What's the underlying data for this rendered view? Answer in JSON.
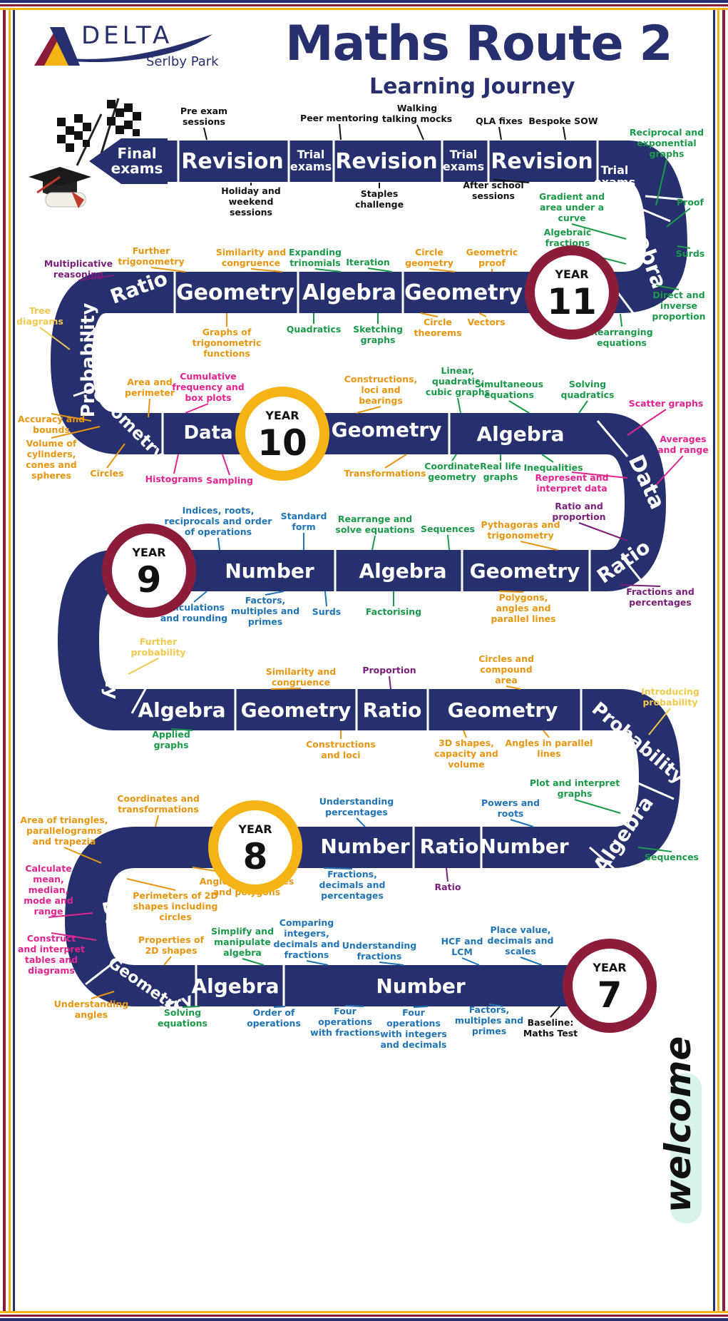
{
  "header": {
    "logo_name": "DELTA",
    "logo_sub": "Serlby Park",
    "title": "Maths Route 2",
    "subtitle": "Learning Journey",
    "welcome": "welcome"
  },
  "colors": {
    "navy": "#27306e",
    "maroon": "#8b1c3a",
    "gold": "#f5b316",
    "green": "#1a9a48",
    "orange": "#e8960f",
    "magenta": "#e3238f",
    "purple": "#7b1e7b",
    "blue": "#1f74b5",
    "yellow": "#f2c94c",
    "black": "#111111"
  },
  "years": {
    "y7": {
      "label": "YEAR",
      "num": "7"
    },
    "y8": {
      "label": "YEAR",
      "num": "8"
    },
    "y9": {
      "label": "YEAR",
      "num": "9"
    },
    "y10": {
      "label": "YEAR",
      "num": "10"
    },
    "y11": {
      "label": "YEAR",
      "num": "11"
    }
  },
  "segments": {
    "final": [
      "Final",
      "exams"
    ],
    "rev1": "Revision",
    "trial1": [
      "Trial",
      "exams"
    ],
    "rev2": "Revision",
    "trial2": [
      "Trial",
      "exams"
    ],
    "rev3": "Revision",
    "trial3": [
      "Trial",
      "exams"
    ],
    "y11_alg_curve": "Algebra",
    "y11_geom1": "Geometry",
    "y11_alg": "Algebra",
    "y11_geom2": "Geometry",
    "y11_ratio": "Ratio",
    "y10_prob": "Probability",
    "y10_geom_curve": "Geometry",
    "y10_data": "Data",
    "y10_geom": "Geometry",
    "y10_alg": "Algebra",
    "y10_data_curve": "Data",
    "y10_ratio_curve": "Ratio",
    "y9_geom": "Geometry",
    "y9_alg": "Algebra",
    "y9_num": "Number",
    "y9_prob": "Probability",
    "y9_alg2": "Algebra",
    "y9_geom2": "Geometry",
    "y9_ratio": "Ratio",
    "y9_geom3": "Geometry",
    "y8_prob_curve": "Probability",
    "y8_alg_curve": "Algebra",
    "y8_num1": "Number",
    "y8_ratio": "Ratio",
    "y8_num2": "Number",
    "y8_geom_curve": "Geometry",
    "y8_data_curve": "Data",
    "y7_geom_curve": "Geometry",
    "y7_alg": "Algebra",
    "y7_num": "Number"
  },
  "topics": [
    {
      "key": "pre_exam",
      "text": [
        "Pre exam",
        "sessions"
      ],
      "color": "black"
    },
    {
      "key": "peer",
      "text": [
        "Peer mentoring"
      ],
      "color": "black"
    },
    {
      "key": "walking",
      "text": [
        "Walking",
        "talking mocks"
      ],
      "color": "black"
    },
    {
      "key": "qla",
      "text": [
        "QLA fixes"
      ],
      "color": "black"
    },
    {
      "key": "bespoke",
      "text": [
        "Bespoke SOW"
      ],
      "color": "black"
    },
    {
      "key": "holiday",
      "text": [
        "Holiday and",
        "weekend",
        "sessions"
      ],
      "color": "black"
    },
    {
      "key": "staples",
      "text": [
        "Staples",
        "challenge"
      ],
      "color": "black"
    },
    {
      "key": "after_school",
      "text": [
        "After school",
        "sessions"
      ],
      "color": "black"
    },
    {
      "key": "recip",
      "text": [
        "Reciprocal and",
        "exponential",
        "graphs"
      ],
      "color": "green"
    },
    {
      "key": "proof",
      "text": [
        "Proof"
      ],
      "color": "green"
    },
    {
      "key": "gradient",
      "text": [
        "Gradient and",
        "area under a",
        "curve"
      ],
      "color": "green"
    },
    {
      "key": "surds11",
      "text": [
        "Surds"
      ],
      "color": "green"
    },
    {
      "key": "alg_frac",
      "text": [
        "Algebraic",
        "fractions"
      ],
      "color": "green"
    },
    {
      "key": "direct",
      "text": [
        "Direct and",
        "inverse",
        "proportion"
      ],
      "color": "green"
    },
    {
      "key": "rearranging",
      "text": [
        "Rearranging",
        "equations"
      ],
      "color": "green"
    },
    {
      "key": "mult_reason",
      "text": [
        "Multiplicative",
        "reasoning"
      ],
      "color": "purple"
    },
    {
      "key": "further_trig",
      "text": [
        "Further",
        "trigonometry"
      ],
      "color": "orange"
    },
    {
      "key": "sim_cong11",
      "text": [
        "Similarity and",
        "congruence"
      ],
      "color": "orange"
    },
    {
      "key": "expanding",
      "text": [
        "Expanding",
        "trinomials"
      ],
      "color": "green"
    },
    {
      "key": "iteration",
      "text": [
        "Iteration"
      ],
      "color": "green"
    },
    {
      "key": "circle_geom",
      "text": [
        "Circle",
        "geometry"
      ],
      "color": "orange"
    },
    {
      "key": "geom_proof",
      "text": [
        "Geometric",
        "proof"
      ],
      "color": "orange"
    },
    {
      "key": "graphs_trig",
      "text": [
        "Graphs of",
        "trigonometric",
        "functions"
      ],
      "color": "orange"
    },
    {
      "key": "quadratics",
      "text": [
        "Quadratics"
      ],
      "color": "green"
    },
    {
      "key": "sketching",
      "text": [
        "Sketching",
        "graphs"
      ],
      "color": "green"
    },
    {
      "key": "circle_thm",
      "text": [
        "Circle",
        "theorems"
      ],
      "color": "orange"
    },
    {
      "key": "vectors",
      "text": [
        "Vectors"
      ],
      "color": "orange"
    },
    {
      "key": "tree",
      "text": [
        "Tree",
        "diagrams"
      ],
      "color": "yellow"
    },
    {
      "key": "area_perim",
      "text": [
        "Area and",
        "perimeter"
      ],
      "color": "orange"
    },
    {
      "key": "cumulative",
      "text": [
        "Cumulative",
        "frequency and",
        "box plots"
      ],
      "color": "magenta"
    },
    {
      "key": "constructions10",
      "text": [
        "Constructions,",
        "loci and",
        "bearings"
      ],
      "color": "orange"
    },
    {
      "key": "linear",
      "text": [
        "Linear,",
        "quadratic,",
        "cubic graphs"
      ],
      "color": "green"
    },
    {
      "key": "simultaneous",
      "text": [
        "Simultaneous",
        "equations"
      ],
      "color": "green"
    },
    {
      "key": "solving_quad",
      "text": [
        "Solving",
        "quadratics"
      ],
      "color": "green"
    },
    {
      "key": "scatter",
      "text": [
        "Scatter graphs"
      ],
      "color": "magenta"
    },
    {
      "key": "accuracy",
      "text": [
        "Accuracy and",
        "bounds"
      ],
      "color": "orange"
    },
    {
      "key": "volume",
      "text": [
        "Volume of",
        "cylinders,",
        "cones and",
        "spheres"
      ],
      "color": "orange"
    },
    {
      "key": "circles10",
      "text": [
        "Circles"
      ],
      "color": "orange"
    },
    {
      "key": "histograms",
      "text": [
        "Histograms"
      ],
      "color": "magenta"
    },
    {
      "key": "sampling",
      "text": [
        "Sampling"
      ],
      "color": "magenta"
    },
    {
      "key": "transformations",
      "text": [
        "Transformations"
      ],
      "color": "orange"
    },
    {
      "key": "coord_geom",
      "text": [
        "Coordinate",
        "geometry"
      ],
      "color": "green"
    },
    {
      "key": "real_life",
      "text": [
        "Real life",
        "graphs"
      ],
      "color": "green"
    },
    {
      "key": "inequalities",
      "text": [
        "Inequalities"
      ],
      "color": "green"
    },
    {
      "key": "averages",
      "text": [
        "Averages",
        "and range"
      ],
      "color": "magenta"
    },
    {
      "key": "represent",
      "text": [
        "Represent and",
        "interpret data"
      ],
      "color": "magenta"
    },
    {
      "key": "ratio_prop",
      "text": [
        "Ratio and",
        "proportion"
      ],
      "color": "purple"
    },
    {
      "key": "indices",
      "text": [
        "Indices, roots,",
        "reciprocals and order",
        "of operations"
      ],
      "color": "blue"
    },
    {
      "key": "std_form",
      "text": [
        "Standard",
        "form"
      ],
      "color": "blue"
    },
    {
      "key": "rearrange9",
      "text": [
        "Rearrange and",
        "solve equations"
      ],
      "color": "green"
    },
    {
      "key": "sequences9",
      "text": [
        "Sequences"
      ],
      "color": "green"
    },
    {
      "key": "pythag",
      "text": [
        "Pythagoras  and",
        "trigonometry"
      ],
      "color": "orange"
    },
    {
      "key": "calc_round",
      "text": [
        "Calculations",
        "and rounding"
      ],
      "color": "blue"
    },
    {
      "key": "factors9",
      "text": [
        "Factors,",
        "multiples and",
        "primes"
      ],
      "color": "blue"
    },
    {
      "key": "surds9",
      "text": [
        "Surds"
      ],
      "color": "blue"
    },
    {
      "key": "factorising",
      "text": [
        "Factorising"
      ],
      "color": "green"
    },
    {
      "key": "polygons",
      "text": [
        "Polygons,",
        "angles and",
        "parallel lines"
      ],
      "color": "orange"
    },
    {
      "key": "fractions_pct",
      "text": [
        "Fractions and",
        "percentages"
      ],
      "color": "purple"
    },
    {
      "key": "further_prob",
      "text": [
        "Further",
        "probability"
      ],
      "color": "yellow"
    },
    {
      "key": "sim_cong9",
      "text": [
        "Similarity and",
        "congruence"
      ],
      "color": "orange"
    },
    {
      "key": "proportion9",
      "text": [
        "Proportion"
      ],
      "color": "purple"
    },
    {
      "key": "circles_comp",
      "text": [
        "Circles and",
        "compound",
        "area"
      ],
      "color": "orange"
    },
    {
      "key": "intro_prob",
      "text": [
        "Introducing",
        "probability"
      ],
      "color": "yellow"
    },
    {
      "key": "applied",
      "text": [
        "Applied",
        "graphs"
      ],
      "color": "green"
    },
    {
      "key": "constr_loci",
      "text": [
        "Constructions",
        "and loci"
      ],
      "color": "orange"
    },
    {
      "key": "shapes3d",
      "text": [
        "3D shapes,",
        "capacity and",
        "volume"
      ],
      "color": "orange"
    },
    {
      "key": "angles_par",
      "text": [
        "Angles in parallel",
        "lines"
      ],
      "color": "orange"
    },
    {
      "key": "plot_graphs",
      "text": [
        "Plot and interpret",
        "graphs"
      ],
      "color": "green"
    },
    {
      "key": "coords",
      "text": [
        "Coordinates and",
        "transformations"
      ],
      "color": "orange"
    },
    {
      "key": "understand_pct",
      "text": [
        "Understanding",
        "percentages"
      ],
      "color": "blue"
    },
    {
      "key": "powers",
      "text": [
        "Powers and",
        "roots"
      ],
      "color": "blue"
    },
    {
      "key": "area_tri",
      "text": [
        "Area of triangles,",
        "parallelograms",
        "and trapezia"
      ],
      "color": "orange"
    },
    {
      "key": "angles_tri",
      "text": [
        "Angles in triangles",
        "and polygons"
      ],
      "color": "orange"
    },
    {
      "key": "fdp",
      "text": [
        "Fractions,",
        "decimals and",
        "percentages"
      ],
      "color": "blue"
    },
    {
      "key": "ratio8",
      "text": [
        "Ratio"
      ],
      "color": "purple"
    },
    {
      "key": "sequences8",
      "text": [
        "Sequences"
      ],
      "color": "green"
    },
    {
      "key": "mean",
      "text": [
        "Calculate",
        "mean,",
        "median,",
        "mode and",
        "range"
      ],
      "color": "magenta"
    },
    {
      "key": "perimeters",
      "text": [
        "Perimeters of 2D",
        "shapes including",
        "circles"
      ],
      "color": "orange"
    },
    {
      "key": "construct_tables",
      "text": [
        "Construct",
        "and interpret",
        "tables and",
        "diagrams"
      ],
      "color": "magenta"
    },
    {
      "key": "props2d",
      "text": [
        "Properties of",
        "2D shapes"
      ],
      "color": "orange"
    },
    {
      "key": "simplify",
      "text": [
        "Simplify and",
        "manipulate",
        "algebra"
      ],
      "color": "green"
    },
    {
      "key": "comparing",
      "text": [
        "Comparing",
        "integers,",
        "decimals and",
        "fractions"
      ],
      "color": "blue"
    },
    {
      "key": "understand_frac",
      "text": [
        "Understanding",
        "fractions"
      ],
      "color": "blue"
    },
    {
      "key": "hcf",
      "text": [
        "HCF and",
        "LCM"
      ],
      "color": "blue"
    },
    {
      "key": "place_value",
      "text": [
        "Place value,",
        "decimals and",
        "scales"
      ],
      "color": "blue"
    },
    {
      "key": "understand_angles",
      "text": [
        "Understanding",
        "angles"
      ],
      "color": "orange"
    },
    {
      "key": "solving_eq",
      "text": [
        "Solving",
        "equations"
      ],
      "color": "green"
    },
    {
      "key": "order_ops",
      "text": [
        "Order of",
        "operations"
      ],
      "color": "blue"
    },
    {
      "key": "four_ops_frac",
      "text": [
        "Four",
        "operations",
        "with fractions"
      ],
      "color": "blue"
    },
    {
      "key": "four_ops_int",
      "text": [
        "Four",
        "operations",
        "with integers",
        "and decimals"
      ],
      "color": "blue"
    },
    {
      "key": "factors7",
      "text": [
        "Factors,",
        "multiples and",
        "primes"
      ],
      "color": "blue"
    },
    {
      "key": "baseline",
      "text": [
        "Baseline:",
        "Maths Test"
      ],
      "color": "black"
    }
  ]
}
